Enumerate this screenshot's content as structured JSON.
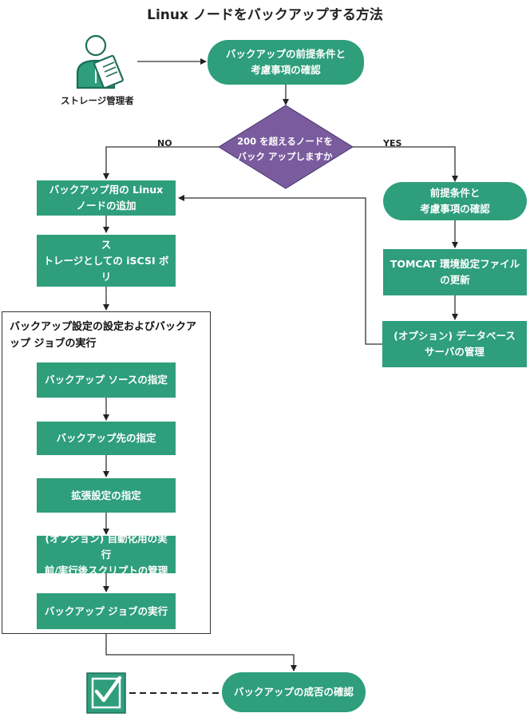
{
  "title": "Linux ノードをバックアップする方法",
  "actor": {
    "label": "ストレージ管理者"
  },
  "steps": {
    "review_prereq": "バックアップの前提条件と\n考慮事項の確認",
    "decision": "200 を超えるノードを\nバック アップしますか",
    "add_node": "バックアップ用の Linux\nノードの追加",
    "prepare_iscsi": "(オプション) バックアップ ス\nトレージとしての iSCSI ボリ\nュームの準備",
    "review_prereq_right": "前提条件と\n考慮事項の確認",
    "update_tomcat": "TOMCAT 環境設定ファイル\nの更新",
    "manage_db": "(オプション) データベース\nサーバの管理",
    "section_title": "バックアップ設定の設定およびバックア\nップ ジョブの実行",
    "specify_source": "バックアップ ソースの指定",
    "specify_dest": "バックアップ先の指定",
    "specify_advanced": "拡張設定の指定",
    "manage_scripts": "(オプション) 自動化用の実行\n前/実行後スクリプトの管理",
    "run_job": "バックアップ ジョブの実行",
    "verify": "バックアップの成否の確認"
  },
  "branches": {
    "no": "NO",
    "yes": "YES"
  },
  "colors": {
    "box": "#2e9e7b",
    "decision": "#7a5c9e",
    "line": "#333333"
  }
}
